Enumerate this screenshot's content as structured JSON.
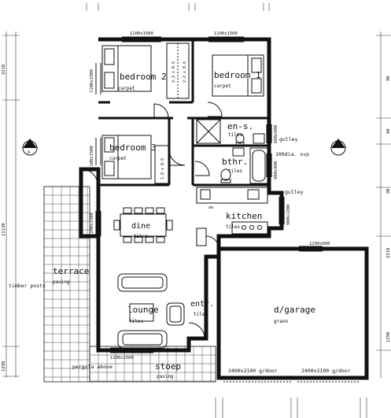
{
  "rooms": {
    "bedroom2": "bedroom 2",
    "bedroom1": "bedroom 1",
    "bedroom3": "bedroom 3",
    "ensuite": "en-s.",
    "bathroom": "bthr.",
    "kitchen": "kitchen",
    "dine": "dine",
    "terrace": "terrace",
    "lounge": "lounge",
    "entrance": "entr.",
    "garage": "d/garage",
    "stoep": "stoep"
  },
  "finishes": {
    "carpet": "carpet",
    "tiles": "tiles",
    "paving": "paving",
    "grano": "grano"
  },
  "notes": {
    "gulley": "gulley",
    "svp": "100dia. svp",
    "timber_posts": "timber posts",
    "pergola": "pergola above",
    "garage_door_1": "2400x2100 g/door",
    "garage_door_2": "2400x2100 g/door",
    "dw": "dw",
    "cupboard_1": "2.2 x 0.6",
    "cupboard_2": "2.2 x 0.6",
    "cupboard_3": "1.8 x 0.6",
    "section_mark": "A"
  },
  "windows": {
    "top_left": "1100x1500",
    "top_right": "1100x1500",
    "left_bed2": "1100x1500",
    "left_bed3": "1100x1500",
    "left_dine": "1100x1500",
    "right_ensuite": "600x900",
    "right_bath": "900x900",
    "right_kitchen": "900x1200",
    "garage_top": "1200x600",
    "stoep": "1100x1500"
  },
  "dimensions": {
    "left_1": "2310",
    "left_2": "11130",
    "left_3": "1290",
    "right_1": "90",
    "right_2": "90",
    "right_3": "90",
    "right_4": "2310",
    "right_5": "1290"
  }
}
